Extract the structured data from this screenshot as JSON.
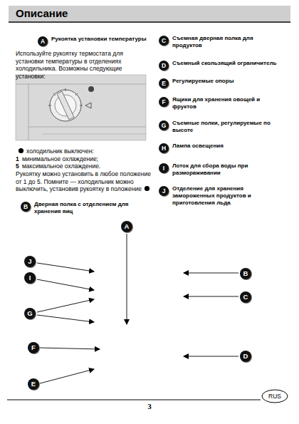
{
  "diagram": {
    "title": "Описание",
    "nodes": [
      {
        "text": [
          "A",
          "Рукоятка установки температуры"
        ]
      },
      {
        "text": [
          "B",
          "Дверная полка с отделением для хранения яиц"
        ]
      },
      {
        "text": [
          "C",
          "Съемная дверная полка для продуктов"
        ]
      },
      {
        "text": [
          "D",
          "Съемный скользящий ограничитель"
        ]
      },
      {
        "text": [
          "E",
          "Регулируемые опоры"
        ]
      },
      {
        "text": [
          "F",
          "Ящики для хранения овощей и фруктов"
        ]
      },
      {
        "text": [
          "G",
          "Съемные полки, регулируемые по высоте"
        ]
      },
      {
        "text": [
          "H",
          "Лампа освещения"
        ]
      },
      {
        "text": [
          "I",
          "Лоток для сбора воды при размораживании"
        ]
      },
      {
        "text": [
          "J",
          "Отделение для хранения замороженных продуктов и приготовления льда"
        ]
      },
      {
        "text": [
          "A"
        ]
      },
      {
        "text": [
          "J"
        ]
      },
      {
        "text": [
          "B"
        ]
      },
      {
        "text": [
          "I"
        ]
      },
      {
        "text": [
          "C"
        ]
      },
      {
        "text": [
          "G"
        ]
      },
      {
        "text": [
          "F"
        ]
      },
      {
        "text": [
          "D"
        ]
      },
      {
        "text": [
          "E"
        ]
      }
    ],
    "labels": [
      "Используйте рукоятку термостата для установки температуры в отделениях холодильника. Возможны следующие установки:",
      "холодильник выключен:",
      "1",
      "минимальное охлаждение;",
      "5",
      "максимальное охлаждение.",
      "Рукоятку можно установить в любое положение от 1 до 5. Помните — холодильник можно выключить, установив рукоятку в положение",
      "3",
      "RUS"
    ]
  }
}
